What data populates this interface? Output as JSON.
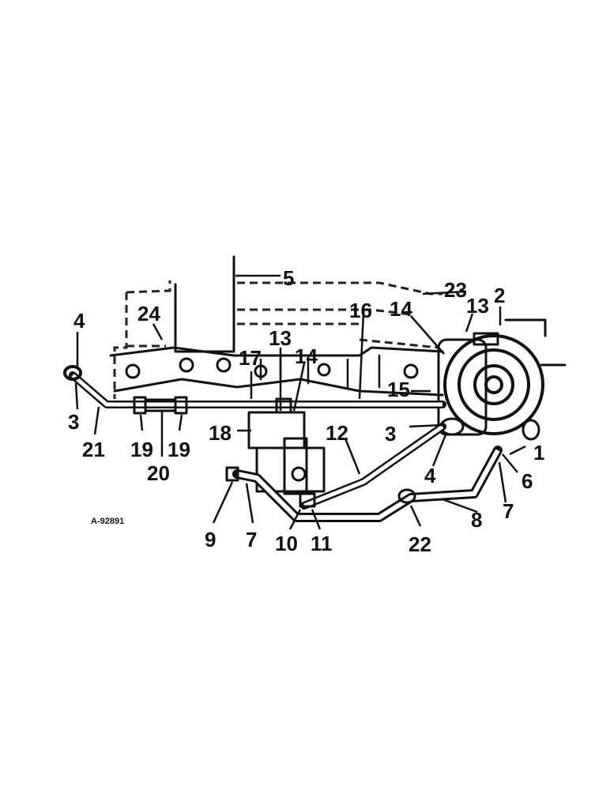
{
  "figure_id": "A-92891",
  "colors": {
    "ink": "#111111",
    "paper": "#ffffff"
  },
  "callouts": [
    {
      "key": "c1",
      "text": "1"
    },
    {
      "key": "c2",
      "text": "2"
    },
    {
      "key": "c3a",
      "text": "3"
    },
    {
      "key": "c3b",
      "text": "3"
    },
    {
      "key": "c4a",
      "text": "4"
    },
    {
      "key": "c4b",
      "text": "4"
    },
    {
      "key": "c5",
      "text": "5"
    },
    {
      "key": "c6",
      "text": "6"
    },
    {
      "key": "c7a",
      "text": "7"
    },
    {
      "key": "c7b",
      "text": "7"
    },
    {
      "key": "c8",
      "text": "8"
    },
    {
      "key": "c9",
      "text": "9"
    },
    {
      "key": "c10",
      "text": "10"
    },
    {
      "key": "c11",
      "text": "11"
    },
    {
      "key": "c12",
      "text": "12"
    },
    {
      "key": "c13a",
      "text": "13"
    },
    {
      "key": "c13b",
      "text": "13"
    },
    {
      "key": "c14a",
      "text": "14"
    },
    {
      "key": "c14b",
      "text": "14"
    },
    {
      "key": "c15",
      "text": "15"
    },
    {
      "key": "c16",
      "text": "16"
    },
    {
      "key": "c17",
      "text": "17"
    },
    {
      "key": "c18",
      "text": "18"
    },
    {
      "key": "c19a",
      "text": "19"
    },
    {
      "key": "c19b",
      "text": "19"
    },
    {
      "key": "c20",
      "text": "20"
    },
    {
      "key": "c21",
      "text": "21"
    },
    {
      "key": "c22",
      "text": "22"
    },
    {
      "key": "c23",
      "text": "23"
    },
    {
      "key": "c24",
      "text": "24"
    }
  ]
}
